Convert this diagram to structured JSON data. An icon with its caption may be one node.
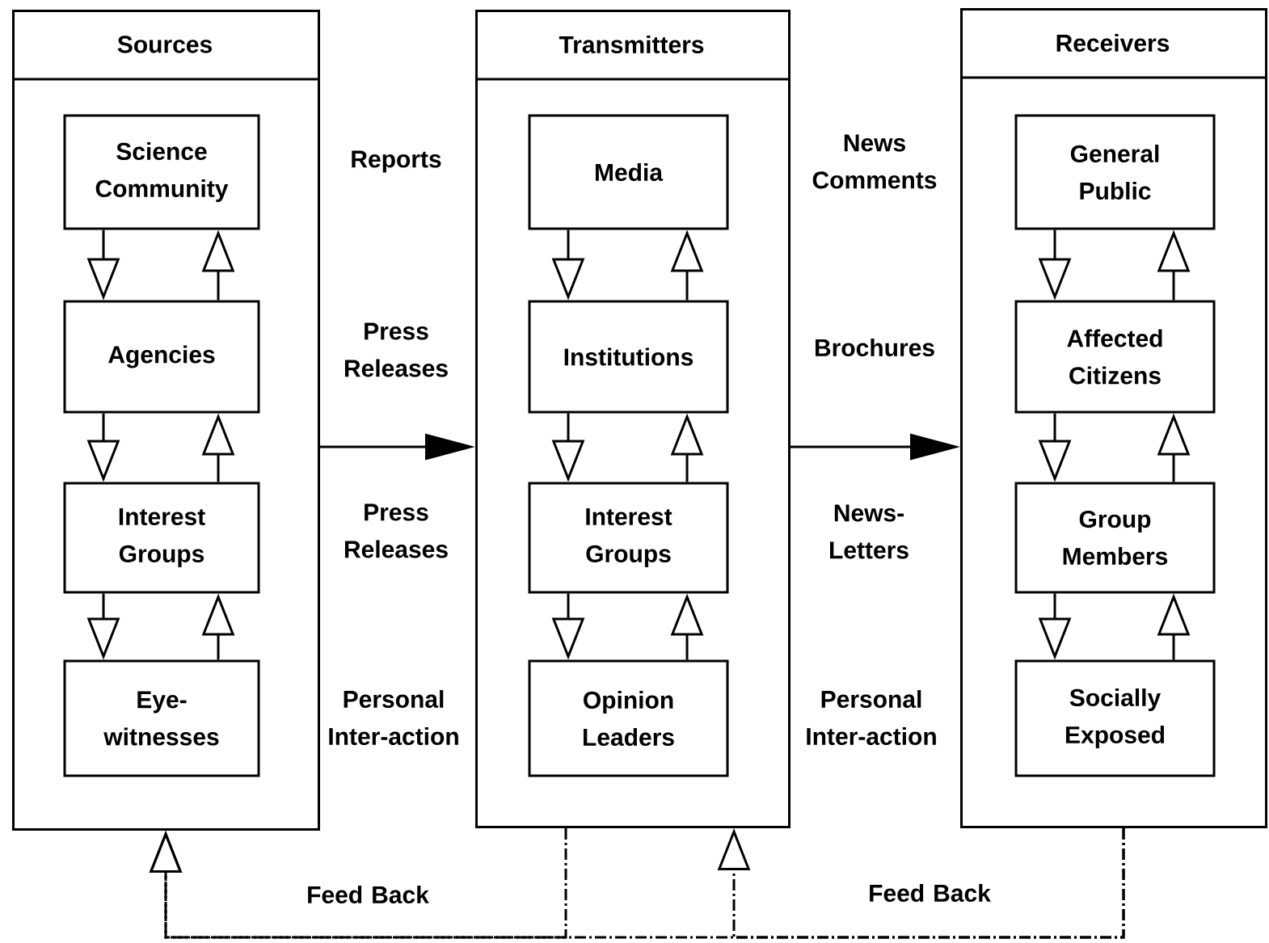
{
  "diagram": {
    "nodes": [
      {
        "text": [
          "Sources"
        ]
      },
      {
        "text": [
          "Science Community"
        ],
        "in": 0
      },
      {
        "text": [
          "Agencies"
        ],
        "in": 0
      },
      {
        "text": [
          "Interest Groups"
        ],
        "in": 0
      },
      {
        "text": [
          "Eye-witnesses"
        ],
        "in": 0
      },
      {
        "text": [
          "Transmitters"
        ]
      },
      {
        "text": [
          "Media"
        ],
        "in": 5
      },
      {
        "text": [
          "Institutions"
        ],
        "in": 5
      },
      {
        "text": [
          "Interest Groups"
        ],
        "in": 5
      },
      {
        "text": [
          "Opinion Leaders"
        ],
        "in": 5
      },
      {
        "text": [
          "Receivers"
        ]
      },
      {
        "text": [
          "General Public"
        ],
        "in": 10
      },
      {
        "text": [
          "Affected Citizens"
        ],
        "in": 10
      },
      {
        "text": [
          "Group Members"
        ],
        "in": 10
      },
      {
        "text": [
          "Socially Exposed"
        ],
        "in": 10
      }
    ],
    "edges": [
      {
        "from": 1,
        "to": 2,
        "arrow": "to"
      },
      {
        "from": 2,
        "to": 1,
        "arrow": "to"
      },
      {
        "from": 2,
        "to": 3,
        "arrow": "to"
      },
      {
        "from": 3,
        "to": 2,
        "arrow": "to"
      },
      {
        "from": 3,
        "to": 4,
        "arrow": "to"
      },
      {
        "from": 4,
        "to": 3,
        "arrow": "to"
      },
      {
        "from": 6,
        "to": 7,
        "arrow": "to"
      },
      {
        "from": 7,
        "to": 6,
        "arrow": "to"
      },
      {
        "from": 7,
        "to": 8,
        "arrow": "to"
      },
      {
        "from": 8,
        "to": 7,
        "arrow": "to"
      },
      {
        "from": 8,
        "to": 9,
        "arrow": "to"
      },
      {
        "from": 9,
        "to": 8,
        "arrow": "to"
      },
      {
        "from": 11,
        "to": 12,
        "arrow": "to"
      },
      {
        "from": 12,
        "to": 11,
        "arrow": "to"
      },
      {
        "from": 12,
        "to": 13,
        "arrow": "to"
      },
      {
        "from": 13,
        "to": 12,
        "arrow": "to"
      },
      {
        "from": 13,
        "to": 14,
        "arrow": "to"
      },
      {
        "from": 14,
        "to": 13,
        "arrow": "to"
      },
      {
        "from": 0,
        "to": 5,
        "arrow": "to"
      },
      {
        "from": 5,
        "to": 10,
        "arrow": "to"
      },
      {
        "from": 10,
        "to": 0,
        "arrow": "to",
        "style": "dashed"
      },
      {
        "from": 5,
        "to": 0,
        "arrow": "to",
        "style": "dashed"
      },
      {
        "from": 10,
        "to": 5,
        "arrow": "to",
        "style": "dashed"
      }
    ],
    "labels": [
      "Reports",
      "News Comments",
      "Press Releases",
      "Brochures",
      "Press Releases",
      "News-Letters",
      "Personal Inter-action",
      "Personal Inter-action",
      "Feed Back",
      "Feed Back"
    ]
  }
}
